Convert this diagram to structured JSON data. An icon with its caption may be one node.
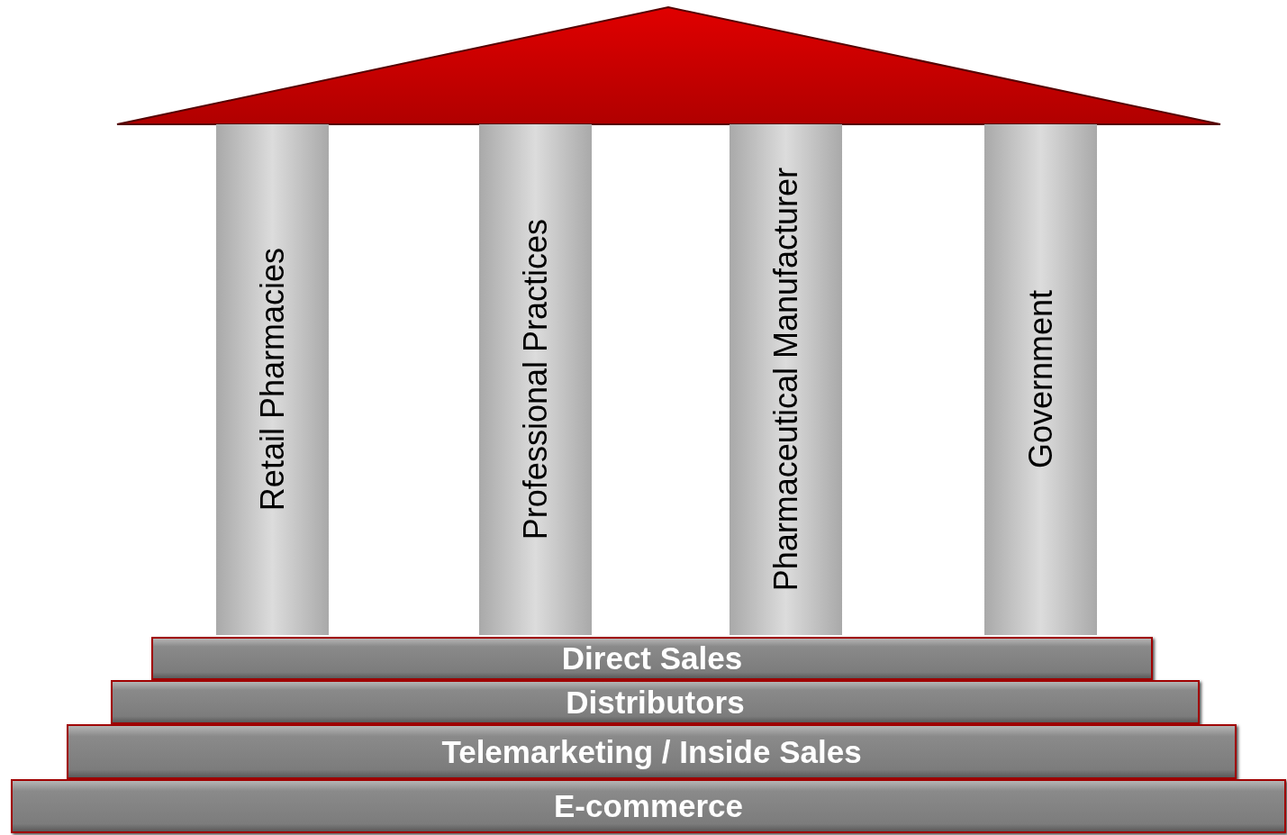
{
  "diagram": {
    "nodes": [
      {
        "text": [
          "Retail Pharmacies"
        ]
      },
      {
        "text": [
          "Professional Practices"
        ]
      },
      {
        "text": [
          "Pharmaceutical Manufacturer"
        ]
      },
      {
        "text": [
          "Government"
        ]
      },
      {
        "text": [
          "Direct Sales"
        ]
      },
      {
        "text": [
          "Distributors"
        ]
      },
      {
        "text": [
          "Telemarketing / Inside Sales"
        ]
      },
      {
        "text": [
          "E-commerce"
        ]
      }
    ]
  }
}
